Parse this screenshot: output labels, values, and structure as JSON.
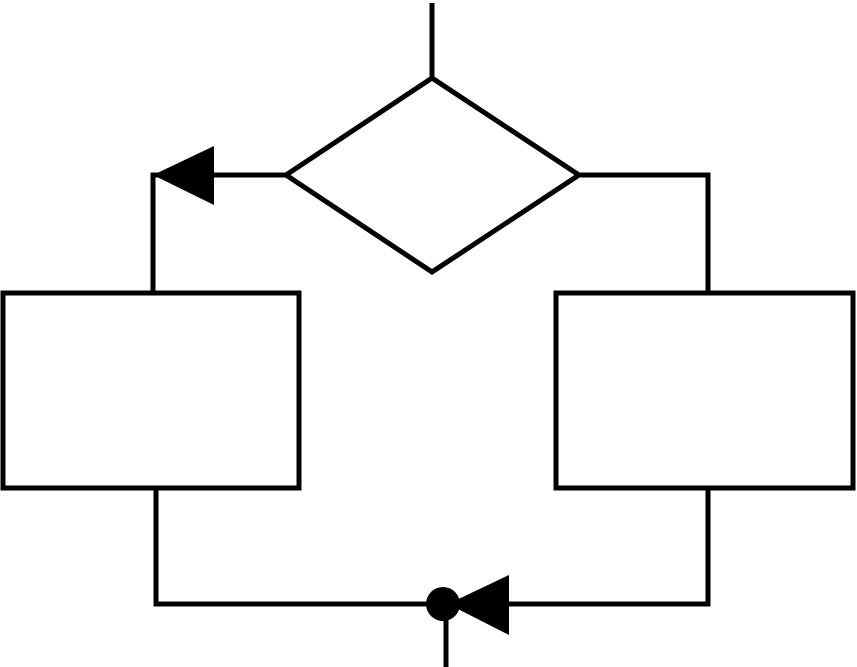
{
  "diagram": {
    "type": "flowchart",
    "line_color": "#000000",
    "fill_color": "#ffffff",
    "nodes": [
      {
        "id": "decision",
        "shape": "diamond",
        "label": ""
      },
      {
        "id": "process-left",
        "shape": "rectangle",
        "label": ""
      },
      {
        "id": "process-right",
        "shape": "rectangle",
        "label": ""
      },
      {
        "id": "merge-point",
        "shape": "junction-dot",
        "label": ""
      }
    ],
    "edges": [
      {
        "from": "entry",
        "to": "decision",
        "arrow": "none"
      },
      {
        "from": "decision",
        "to": "process-left",
        "arrow": "filled-triangle"
      },
      {
        "from": "decision",
        "to": "process-right",
        "arrow": "none"
      },
      {
        "from": "process-left",
        "to": "merge-point",
        "arrow": "none"
      },
      {
        "from": "process-right",
        "to": "merge-point",
        "arrow": "filled-triangle"
      },
      {
        "from": "merge-point",
        "to": "exit",
        "arrow": "none"
      }
    ]
  }
}
